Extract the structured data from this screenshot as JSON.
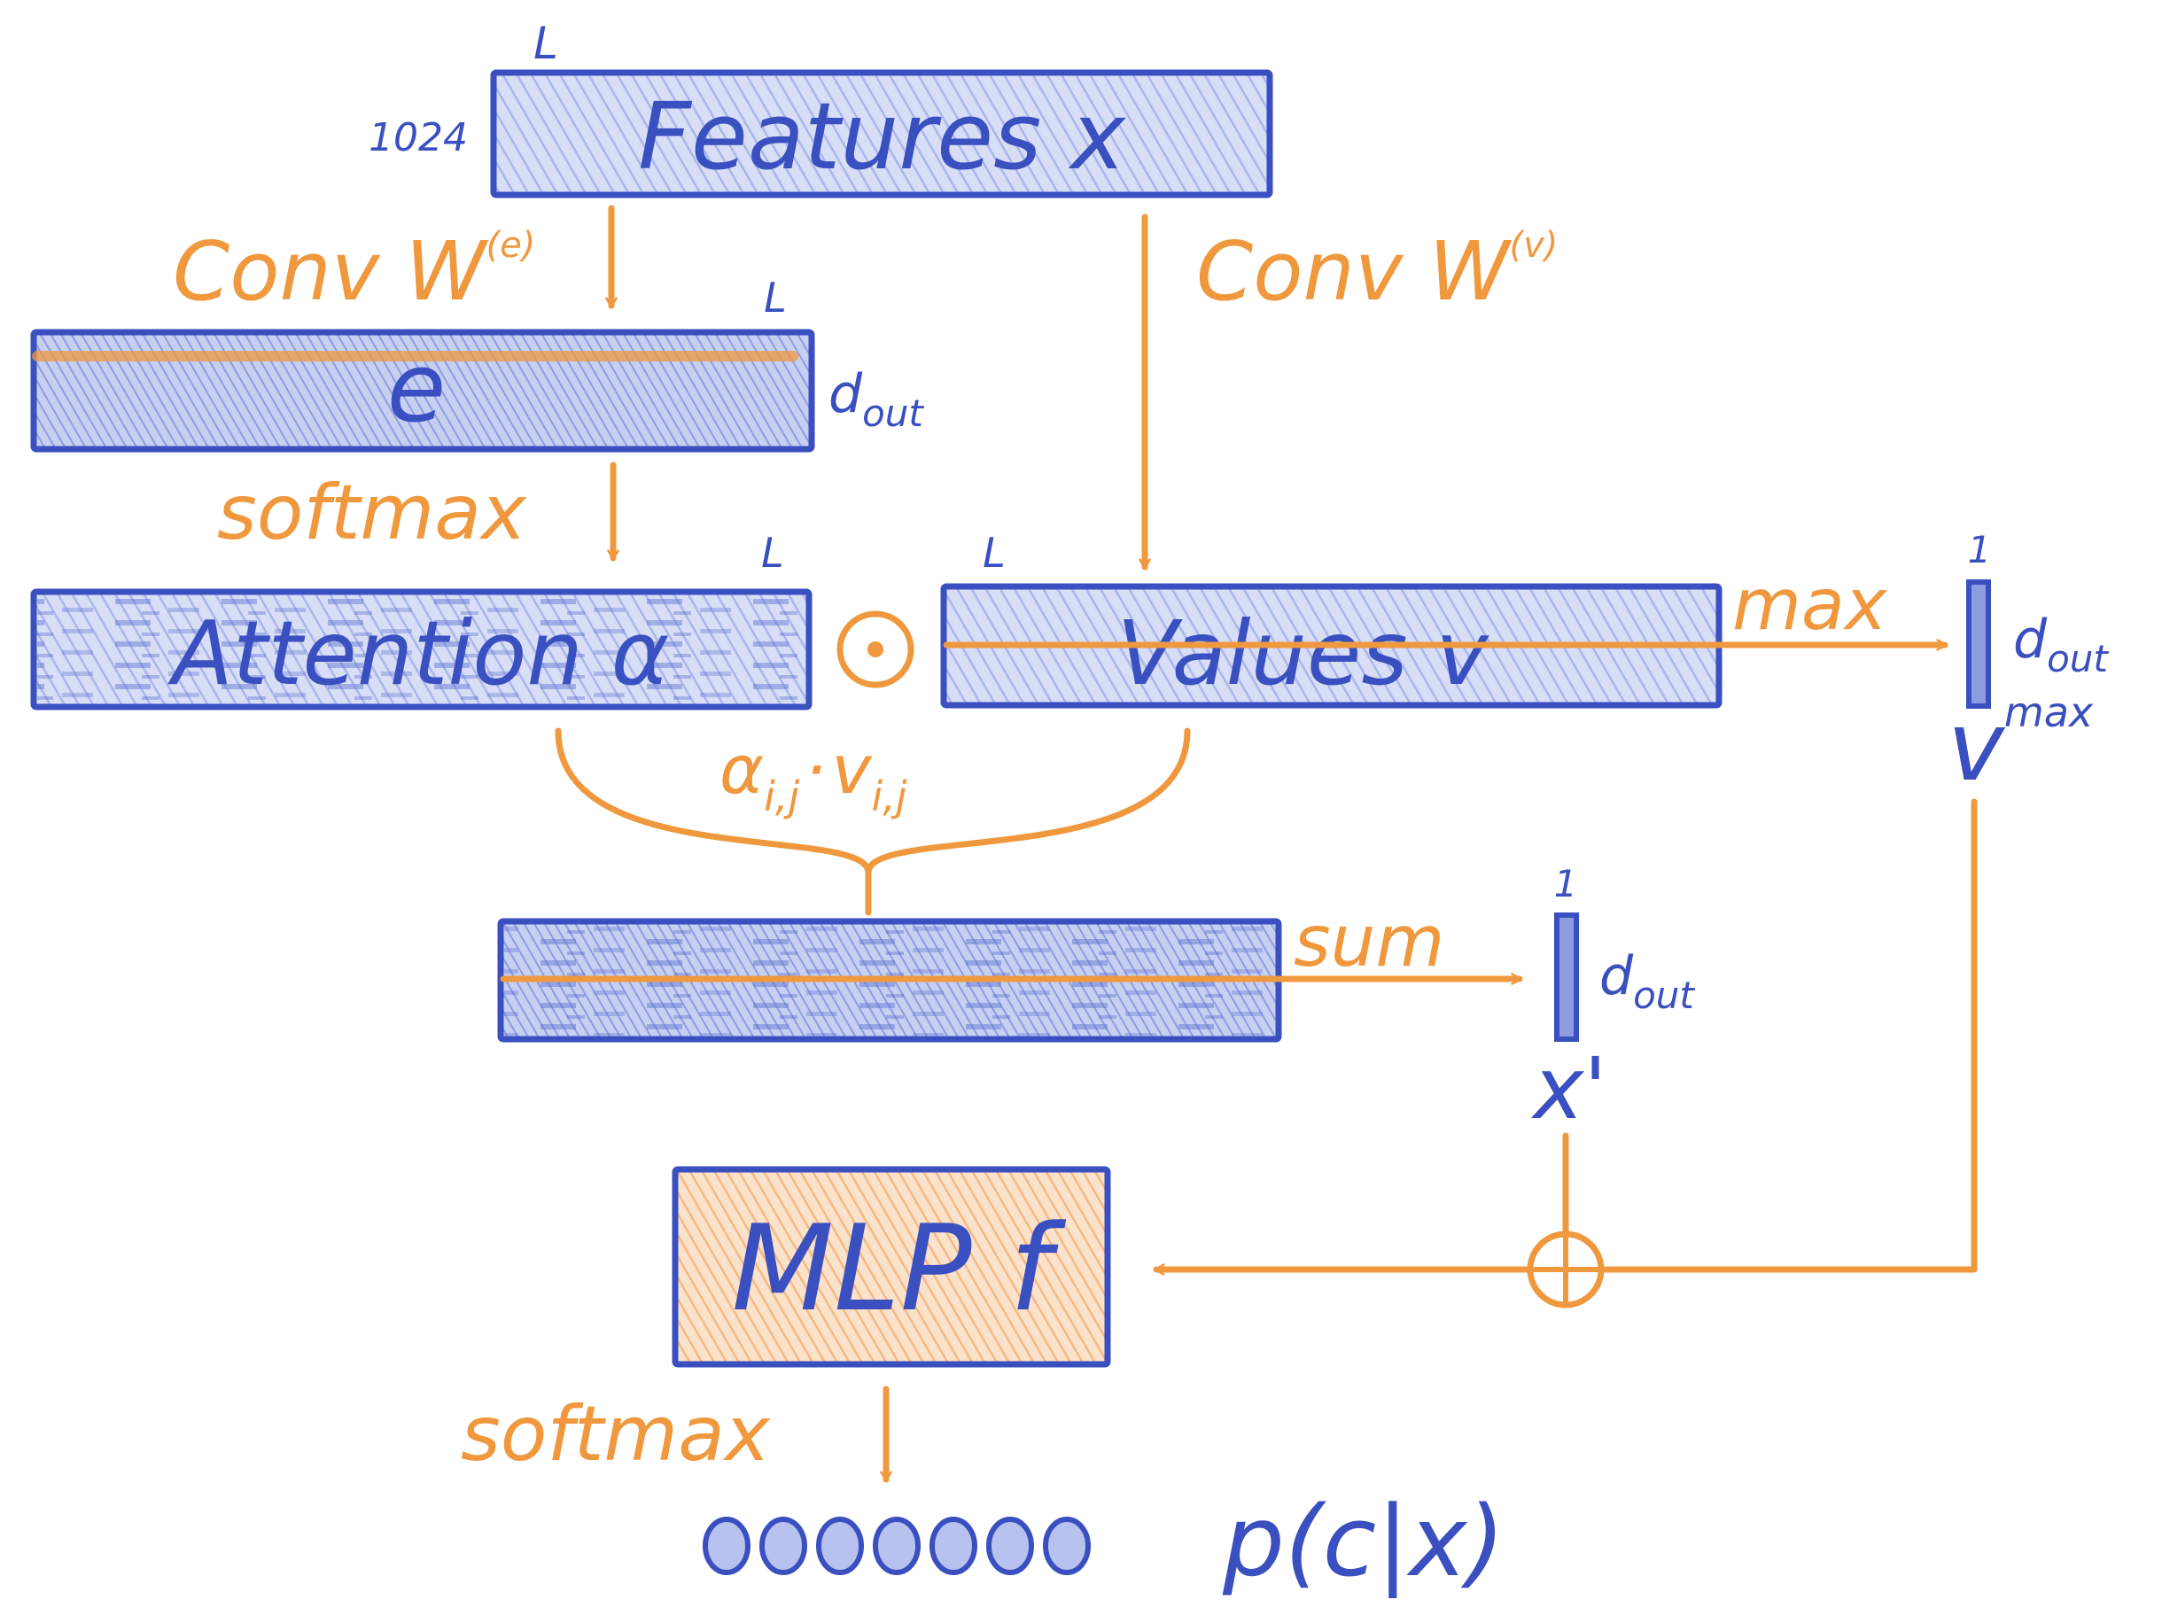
{
  "colors": {
    "blue": "#3a4fc0",
    "blue_fill": "#cdd5f2",
    "blue_dark_fill": "#8e9de0",
    "orange": "#f0983d",
    "orange_fill": "#f8d3b0"
  },
  "blocks": {
    "features": {
      "label": "Features x",
      "dim_top": "L",
      "dim_left": "1024"
    },
    "e": {
      "label": "e",
      "dim_top": "L",
      "dim_right": "d",
      "dim_right_sub": "out"
    },
    "attention": {
      "label": "Attention α",
      "dim_top": "L"
    },
    "values": {
      "label": "Values v",
      "dim_top": "L"
    },
    "weighted": {
      "label": ""
    },
    "mlp": {
      "label": "MLP f"
    }
  },
  "ops": {
    "conv_e": {
      "text": "Conv W",
      "sup": "(e)"
    },
    "conv_v": {
      "text": "Conv W",
      "sup": "(v)"
    },
    "softmax_1": "softmax",
    "hadamard": "⊙",
    "product": {
      "a": "α",
      "a_sub": "i,j",
      "dot": "·",
      "v": "v",
      "v_sub": "i,j"
    },
    "max": "max",
    "sum": "sum",
    "plus": "⊕",
    "softmax_2": "softmax"
  },
  "outputs": {
    "vmax": {
      "dim_top": "1",
      "dim_right": "d",
      "dim_right_sub": "out",
      "label": "v",
      "label_sup": "max"
    },
    "xprime": {
      "dim_top": "1",
      "dim_right": "d",
      "dim_right_sub": "out",
      "label": "x'"
    },
    "prob": {
      "label": "p(c|x)",
      "count": 7
    }
  }
}
